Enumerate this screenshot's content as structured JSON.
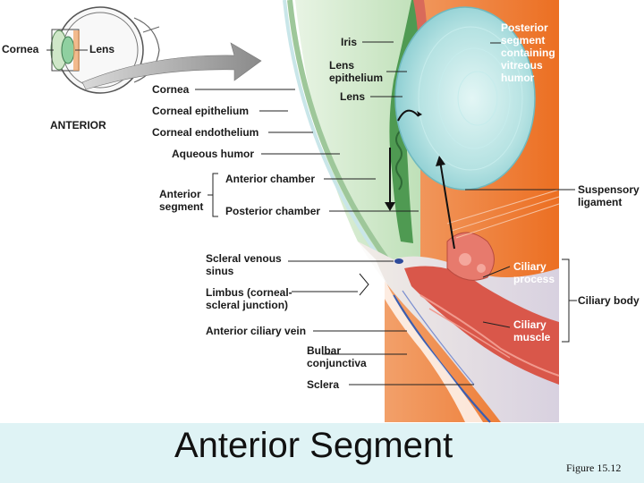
{
  "inset": {
    "cornea": "Cornea",
    "lens": "Lens",
    "orientation": "ANTERIOR"
  },
  "labels": {
    "iris": "Iris",
    "lens_epithelium": "Lens\nepithelium",
    "lens": "Lens",
    "posterior_segment": "Posterior\nsegment\ncontaining\nvitreous\nhumor",
    "cornea": "Cornea",
    "corneal_epithelium": "Corneal epithelium",
    "corneal_endothelium": "Corneal endothelium",
    "aqueous_humor": "Aqueous humor",
    "anterior_segment": "Anterior\nsegment",
    "anterior_chamber": "Anterior chamber",
    "posterior_chamber": "Posterior chamber",
    "suspensory_ligament": "Suspensory\nligament",
    "scleral_venous_sinus": "Scleral venous\nsinus",
    "limbus": "Limbus (corneal-\nscleral junction)",
    "anterior_ciliary_vein": "Anterior ciliary vein",
    "bulbar_conjunctiva": "Bulbar\nconjunctiva",
    "sclera": "Sclera",
    "ciliary_process": "Ciliary\nprocess",
    "ciliary_body": "Ciliary body",
    "ciliary_muscle": "Ciliary\nmuscle"
  },
  "footer": {
    "title": "Anterior Segment",
    "figure": "Figure 15.12"
  },
  "colors": {
    "posterior_orange": "#ef7d2e",
    "sclera_cream": "#f7efe0",
    "cornea_green": "#cfe7c8",
    "lens_cyan": "#a9dde0",
    "iris_green": "#4f9a52",
    "ciliary_red": "#d9574a",
    "footer_bg": "#dff3f5"
  }
}
